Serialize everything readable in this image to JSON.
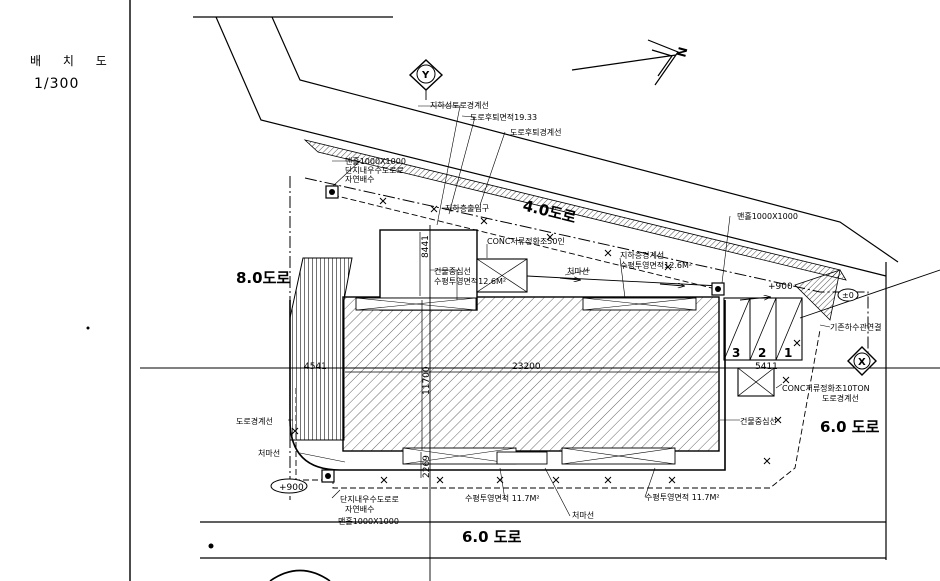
{
  "sheet": {
    "title": "배 치 도",
    "scale": "1/300"
  },
  "labels": {
    "road_top": "4.0도로",
    "road_left": "8.0도로",
    "road_right": "6.0 도로",
    "road_bottom": "6.0 도로",
    "north_arrow": "N",
    "y_mark": "Y",
    "x_mark": "X",
    "circle_zero": "±0",
    "plus900_top": "+900",
    "plus900_bottom": "+900",
    "callout_underground_line": "지하성토로경계선",
    "callout_road_area": "도로후퇴면적19.33",
    "callout_road_boundary_top": "도로후퇴경계선",
    "callout_manhole_top_l1": "맨홀1000X1000",
    "callout_manhole_top_l2": "단지내우수도로로",
    "callout_manhole_top_l3": "자연배수",
    "callout_underground_entry": "지하층출입구",
    "callout_conc_tank_top": "CONC저류정화조50인",
    "callout_manhole_right": "맨홀1000X1000",
    "callout_building_line_top": "건물중심선",
    "callout_permeable_top": "수평투영면적12.6M²",
    "callout_eave_top": "처마선",
    "callout_underground_line2": "지하층경계선",
    "callout_permeable_right": "수평투영면적12.6M²",
    "callout_existing_wall": "기존하수관연결",
    "callout_conc_tank_right": "CONC저류정화조10TON",
    "callout_road_boundary_right": "도로경계선",
    "callout_building_line_right": "건물중심선",
    "callout_road_boundary_left": "도로경계선",
    "callout_eave_left": "처마선",
    "callout_manhole_bottom_l1": "단지내우수도로로",
    "callout_manhole_bottom_l2": "자연배수",
    "callout_manhole_bottom_l3": "맨홀1000X1000",
    "callout_permeable_bottom1": "수평투영면적 11.7M²",
    "callout_permeable_bottom2": "수평투영면적 11.7M²",
    "callout_eave_bottom": "처마선",
    "dim_8441": "8441",
    "dim_11700": "11700",
    "dim_23200": "23200",
    "dim_4541": "4541",
    "dim_5411": "5411",
    "dim_2269": "2269",
    "parking_1": "1",
    "parking_2": "2",
    "parking_3": "3"
  }
}
